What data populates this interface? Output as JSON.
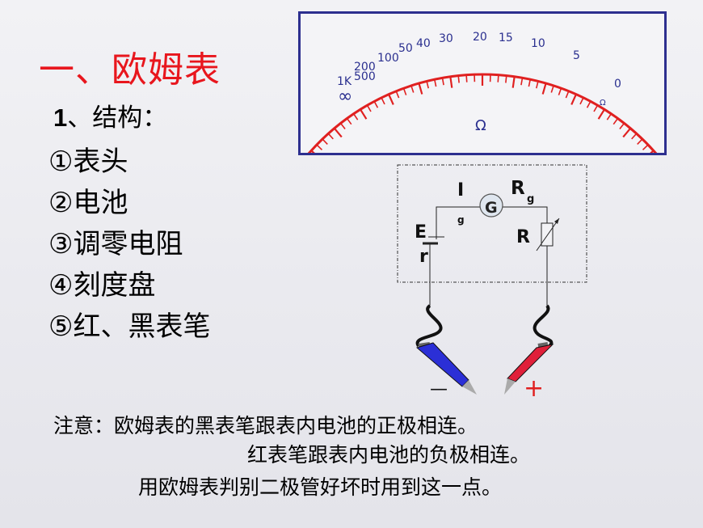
{
  "title": "一、欧姆表",
  "structure": {
    "heading_number": "1",
    "heading_text": "、结构：",
    "items": [
      "①表头",
      "②电池",
      "③调零电阻",
      "④刻度盘",
      "⑤红、黑表笔"
    ]
  },
  "meter": {
    "scale_labels": [
      "∞",
      "1K",
      "500",
      "200",
      "100",
      "50",
      "40",
      "30",
      "20",
      "15",
      "10",
      "5",
      "0"
    ],
    "ohm_small": "Ω",
    "ohm_center": "Ω",
    "colors": {
      "scale": "#e02020",
      "numbers": "#2a2f8f",
      "frame": "#2d2f8f"
    }
  },
  "circuit": {
    "current_label": "I",
    "current_subscript": "g",
    "galvanometer_label": "G",
    "rg_label": "R",
    "rg_subscript": "g",
    "r_label": "R",
    "emf_label": "E",
    "internal_r_label": "r",
    "minus_sign": "—",
    "plus_sign": "+",
    "colors": {
      "black_probe": "#2b2fd6",
      "red_probe": "#e0203a",
      "plus": "#e02020"
    }
  },
  "note": {
    "line1": "注意：欧姆表的黑表笔跟表内电池的正极相连。",
    "line2": "红表笔跟表内电池的负极相连。",
    "line3": "用欧姆表判别二极管好坏时用到这一点。"
  }
}
